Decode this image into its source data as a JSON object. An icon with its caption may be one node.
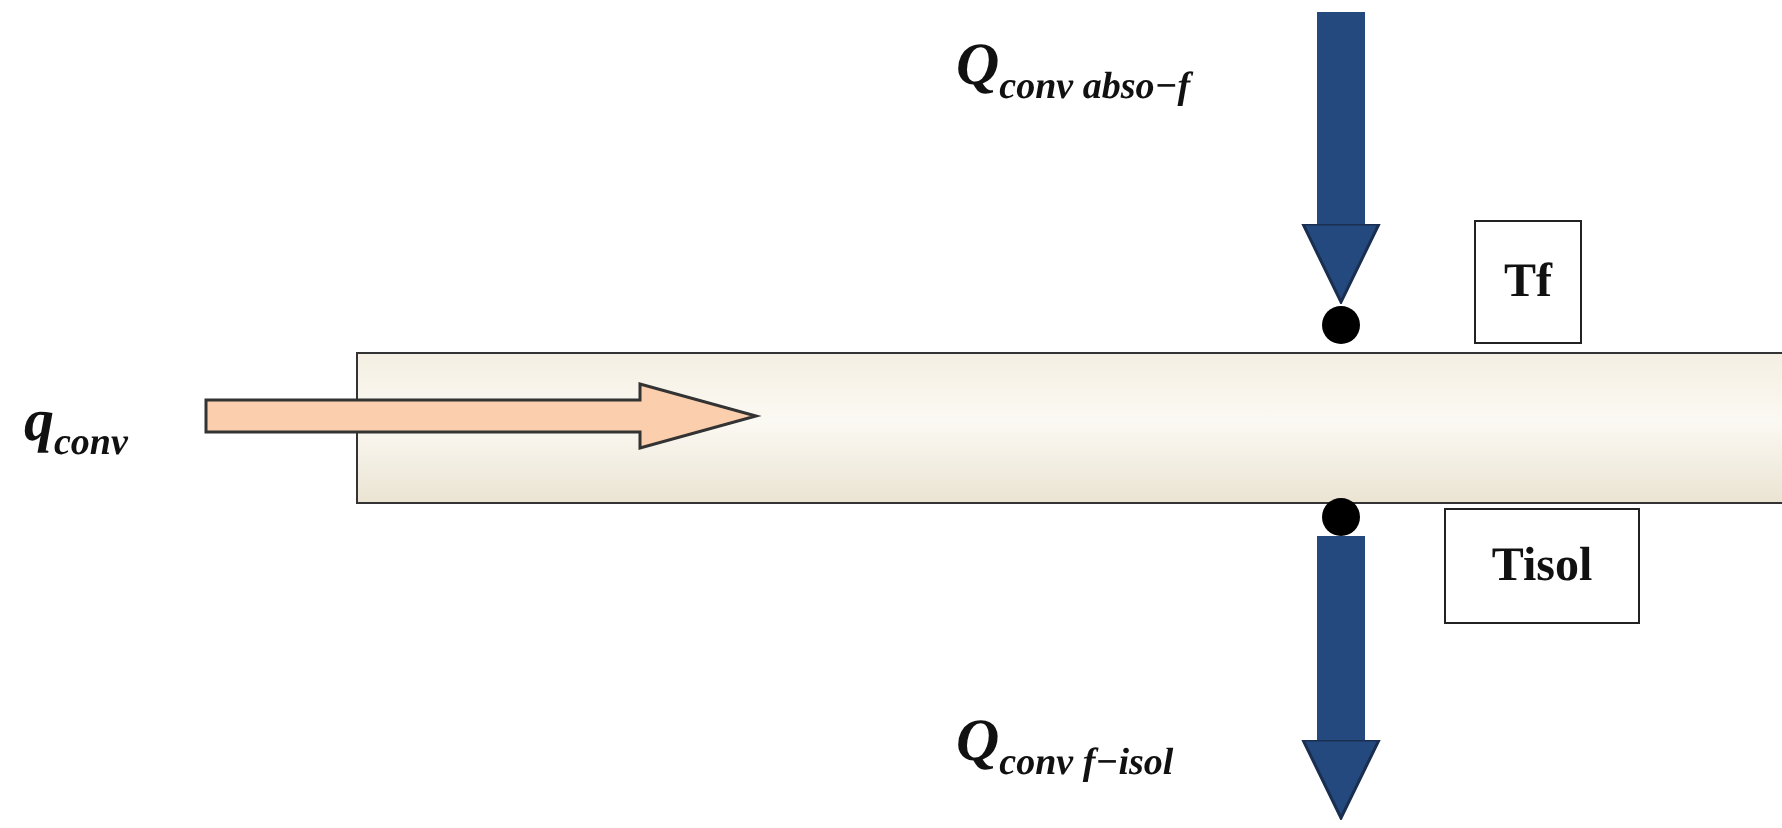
{
  "diagram": {
    "nodes": [
      {
        "text": [
          "Tf"
        ]
      },
      {
        "text": [],
        "shape": "circle"
      },
      {
        "text": [],
        "shape": "box"
      },
      {
        "text": [],
        "shape": "circle"
      },
      {
        "text": [
          "Tisol"
        ]
      }
    ],
    "edges": [
      {
        "from": null,
        "to": 1,
        "arrow": "to"
      },
      {
        "from": 3,
        "to": null,
        "arrow": "to"
      }
    ],
    "labels": [
      "Q$_{conv abso−f}$",
      "q$_{conv}$",
      "Q$_{conv f−isol}$"
    ]
  }
}
